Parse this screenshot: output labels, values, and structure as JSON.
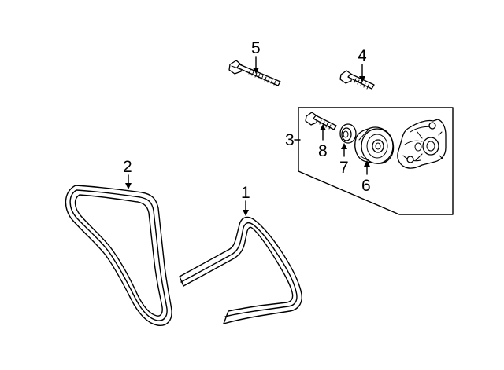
{
  "diagram": {
    "callouts": {
      "belt_serpentine": "1",
      "belt_loop": "2",
      "tensioner_assembly": "3",
      "bolt_short": "4",
      "bolt_long": "5",
      "idler_pulley": "6",
      "spacer_washer": "7",
      "pulley_bolt": "8"
    },
    "line_color": "#000000",
    "background": "#ffffff"
  }
}
